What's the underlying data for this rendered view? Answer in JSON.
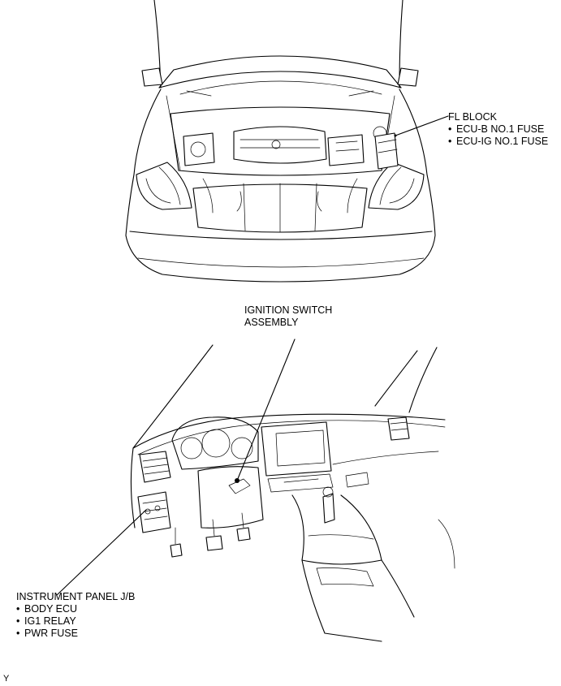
{
  "labels": {
    "fl_block": {
      "title": "FL BLOCK",
      "items": [
        "ECU-B NO.1 FUSE",
        "ECU-IG NO.1 FUSE"
      ]
    },
    "ignition_switch": {
      "line1": "IGNITION SWITCH",
      "line2": "ASSEMBLY"
    },
    "instrument_panel": {
      "title": "INSTRUMENT PANEL J/B",
      "items": [
        "BODY ECU",
        "IG1 RELAY",
        "PWR FUSE"
      ]
    }
  },
  "corner_code": "Y"
}
